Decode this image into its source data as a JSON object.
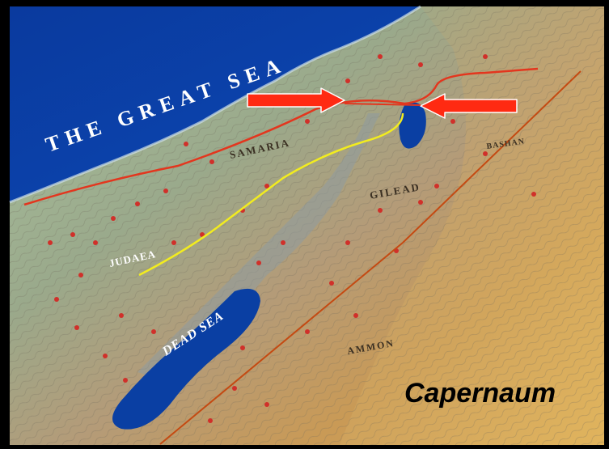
{
  "map": {
    "sea_labels": {
      "great_sea": "THE GREAT SEA",
      "dead_sea": "DEAD SEA"
    },
    "region_labels": {
      "samaria": "SAMARIA",
      "judaea": "JUDAEA",
      "gilead": "GILEAD",
      "bashan": "BASHAN",
      "ammon": "AMMON"
    },
    "caption": "Capernaum",
    "colors": {
      "sea": "#0a3fa3",
      "frame": "#000000",
      "coast_route": "#e3361e",
      "inland_route": "#f2ec1f",
      "diagonal_line": "#c44a12",
      "arrow": "#ff2a12",
      "caption_text": "#000000"
    }
  }
}
